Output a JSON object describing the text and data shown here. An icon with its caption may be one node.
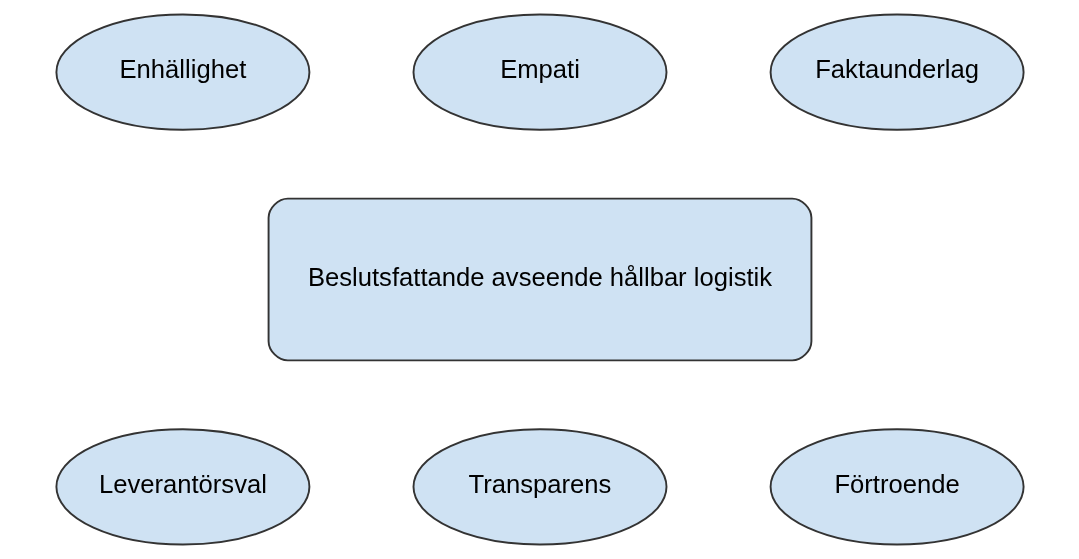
{
  "diagram": {
    "nodes": [
      {
        "text": [
          "Empati"
        ]
      },
      {
        "text": [
          "Enhällighet"
        ]
      },
      {
        "text": [
          "Faktaunderlag"
        ]
      },
      {
        "text": [
          "Beslutsfattande avseende hållbar logistik"
        ]
      },
      {
        "text": [
          "Leverantörsval"
        ]
      },
      {
        "text": [
          "Förtroende"
        ]
      },
      {
        "text": [
          "Transparens"
        ]
      }
    ],
    "edges": []
  }
}
